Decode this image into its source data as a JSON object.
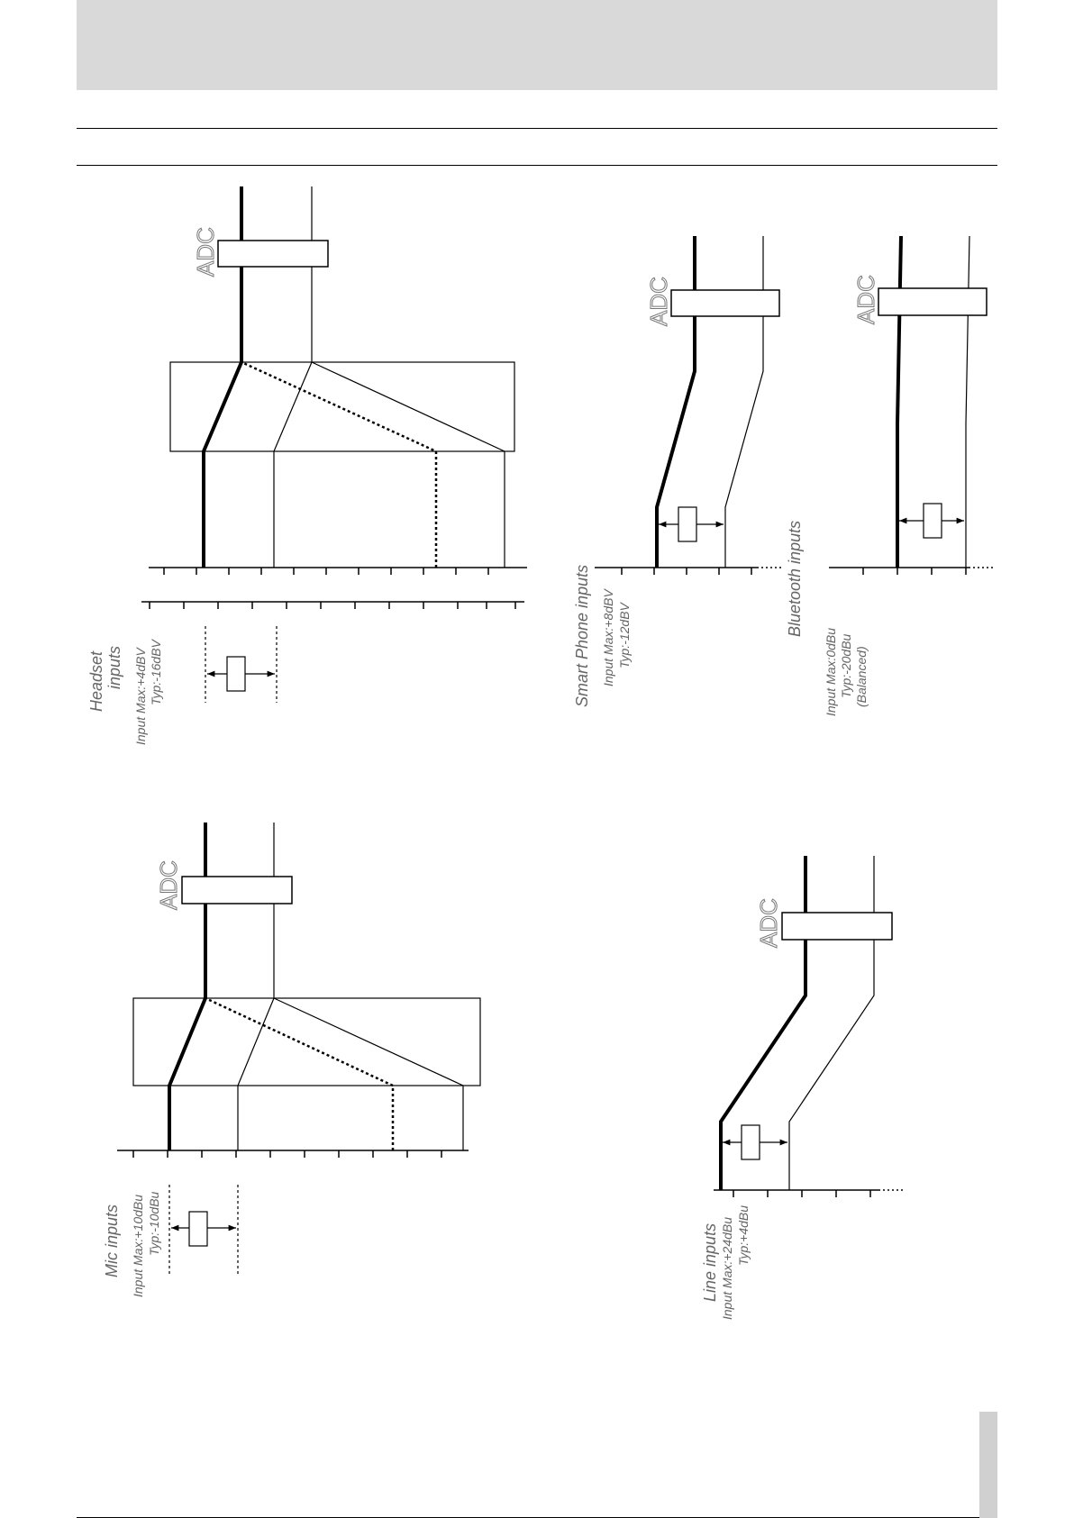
{
  "diagrams": {
    "headset": {
      "title_line1": "Headset",
      "title_line2": "inputs",
      "spec_line1": "Input Max:+4dBV",
      "spec_line2": "Typ:-16dBV",
      "adc": "ADC"
    },
    "smartphone": {
      "title": "Smart Phone inputs",
      "spec_line1": "Input Max:+8dBV",
      "spec_line2": "Typ:-12dBV",
      "adc": "ADC"
    },
    "bluetooth": {
      "title": "Bluetooth inputs",
      "spec_line1": "Input Max:0dBu",
      "spec_line2": "Typ:-20dBu",
      "spec_line3": "(Balanced)",
      "adc": "ADC"
    },
    "mic": {
      "title": "Mic inputs",
      "spec_line1": "Input Max:+10dBu",
      "spec_line2": "Typ:-10dBu",
      "adc": "ADC"
    },
    "line": {
      "title": "Line inputs",
      "spec_line1": "Input Max:+24dBu",
      "spec_line2": "Typ:+4dBu",
      "adc": "ADC"
    }
  },
  "colors": {
    "header_band": "#d9d9d9",
    "label_text": "#666666",
    "line": "#000000"
  }
}
